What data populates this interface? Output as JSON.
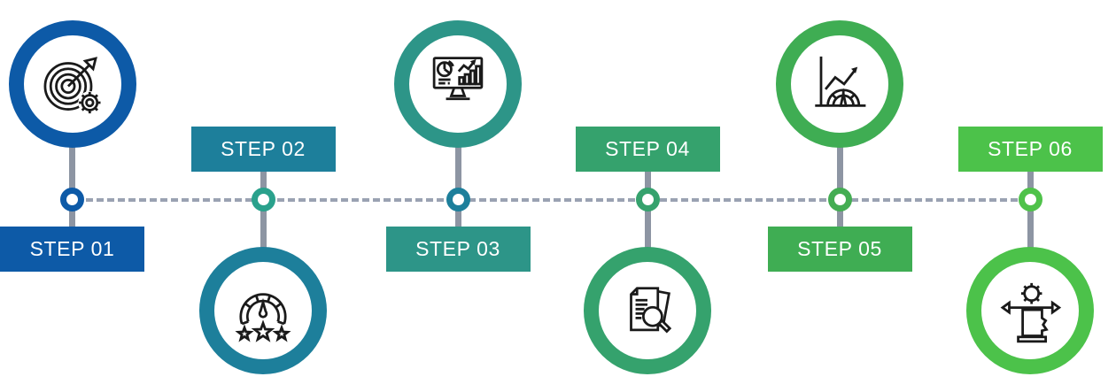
{
  "diagram": {
    "type": "process-timeline-infographic",
    "orientation": "horizontal",
    "timeline": {
      "dashed_line_color": "#9aa2b2",
      "connector_color": "#8d95a3",
      "node_inner_color": "#ffffff"
    },
    "label_text_color": "#ffffff",
    "icon_stroke_color": "#1a1a1a",
    "steps": [
      {
        "label": "STEP 01",
        "layout": "icon-above-line",
        "color": "#0d5aa7",
        "node_color": "#0d5aa7",
        "icon": "target-arrow-gear-icon"
      },
      {
        "label": "STEP 02",
        "layout": "icon-below-line",
        "color": "#1d7f9b",
        "node_color": "#2aa18c",
        "icon": "gauge-rating-stars-icon"
      },
      {
        "label": "STEP 03",
        "layout": "icon-above-line",
        "color": "#2d9588",
        "node_color": "#1d7f9b",
        "icon": "monitor-analytics-icon"
      },
      {
        "label": "STEP 04",
        "layout": "icon-below-line",
        "color": "#35a26d",
        "node_color": "#35a26d",
        "icon": "document-search-icon"
      },
      {
        "label": "STEP 05",
        "layout": "icon-above-line",
        "color": "#3fad53",
        "node_color": "#44ad53",
        "icon": "performance-graph-gauge-icon"
      },
      {
        "label": "STEP 06",
        "layout": "icon-below-line",
        "color": "#4cc24a",
        "node_color": "#4fc24a",
        "icon": "mind-gear-arrow-icon"
      }
    ]
  }
}
